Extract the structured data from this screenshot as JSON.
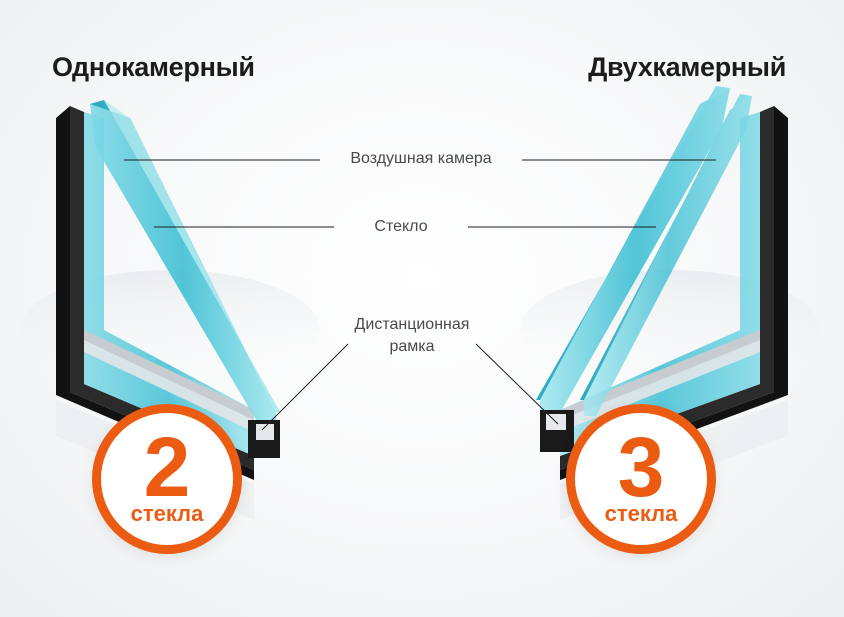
{
  "titles": {
    "left": "Однокамерный",
    "right": "Двухкамерный"
  },
  "callouts": {
    "air_chamber": "Воздушная камера",
    "glass": "Стекло",
    "spacer_line1": "Дистанционная",
    "spacer_line2": "рамка"
  },
  "badges": {
    "left": {
      "number": "2",
      "word": "стекла"
    },
    "right": {
      "number": "3",
      "word": "стекла"
    }
  },
  "colors": {
    "accent": "#ec5b12",
    "glass": "#46c3d6",
    "frame": "#1a1a1a"
  }
}
